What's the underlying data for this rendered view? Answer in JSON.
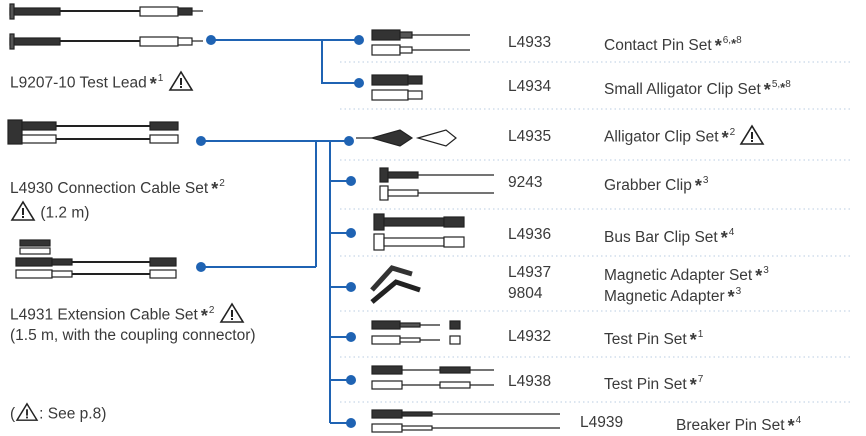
{
  "colors": {
    "line": "#1f63b3",
    "text": "#3a3a3a",
    "divider": "#aabbd4"
  },
  "left": {
    "test_lead": {
      "name": "L9207-10 Test Lead",
      "note": "1"
    },
    "connection_cable": {
      "name": "L4930 Connection Cable Set",
      "note": "2",
      "length": "(1.2 m)"
    },
    "extension_cable": {
      "name": "L4931 Extension Cable Set",
      "note": "2",
      "length": "(1.5 m, with the coupling connector)"
    },
    "footnote": {
      "open": "(",
      "text": ": See p.8)"
    }
  },
  "items": [
    {
      "code": "L4933",
      "name": "Contact Pin Set",
      "note": "6,",
      "note2": "8",
      "icon": "contact-pin-set-icon"
    },
    {
      "code": "L4934",
      "name": "Small Alligator Clip Set",
      "note": "5,",
      "note2": "8",
      "icon": "small-alligator-clip-icon"
    },
    {
      "code": "L4935",
      "name": "Alligator Clip Set",
      "note": "2",
      "warning": true,
      "icon": "alligator-clip-icon"
    },
    {
      "code": "9243",
      "name": "Grabber Clip",
      "note": "3",
      "icon": "grabber-clip-icon"
    },
    {
      "code": "L4936",
      "name": "Bus Bar Clip Set",
      "note": "4",
      "icon": "bus-bar-clip-icon"
    },
    {
      "code": "L4937",
      "name": "Magnetic Adapter Set",
      "note": "3",
      "code2": "9804",
      "name2": "Magnetic Adapter",
      "note_2": "3",
      "icon": "magnetic-adapter-icon"
    },
    {
      "code": "L4932",
      "name": "Test Pin Set",
      "note": "1",
      "icon": "test-pin-set-icon"
    },
    {
      "code": "L4938",
      "name": "Test Pin Set",
      "note": "7",
      "icon": "test-pin-set-long-icon"
    },
    {
      "code": "L4939",
      "name": "Breaker Pin Set",
      "note": "4",
      "icon": "breaker-pin-set-icon"
    }
  ]
}
